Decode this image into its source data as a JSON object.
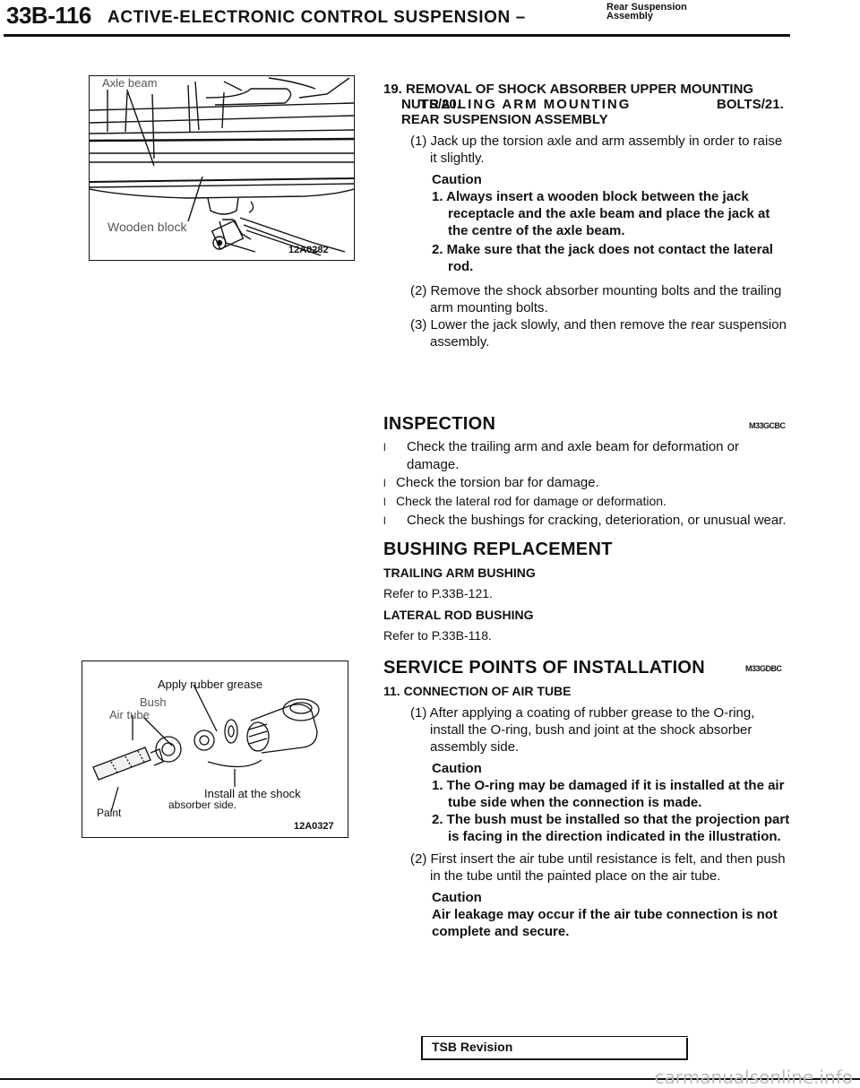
{
  "header": {
    "page_number": "33B-116",
    "section_title": "ACTIVE-ELECTRONIC CONTROL SUSPENSION –",
    "sub_line1": "Rear Suspension",
    "sub_line2": "Assembly"
  },
  "figure1": {
    "label_axle": "Axle beam",
    "label_block": "Wooden block",
    "code": "12A0282"
  },
  "figure2": {
    "label_grease": "Apply rubber grease",
    "label_bush": "Bush",
    "label_tube": "Air tube",
    "label_install": "Install at the shock",
    "label_install2": "absorber side.",
    "label_paint": "Paint",
    "code": "12A0327"
  },
  "removal": {
    "heading_line1": "19. REMOVAL OF SHOCK ABSORBER UPPER MOUNTING",
    "heading_overlap_a": "NUTS/20.",
    "heading_overlap_b": "TRAILING ARM MOUNTING",
    "heading_overlap_c": "BOLTS/21.",
    "heading_line3": "REAR SUSPENSION ASSEMBLY",
    "step1": "(1) Jack up the torsion axle and arm assembly in order to raise it slightly.",
    "caution_label": "Caution",
    "caution1": "1. Always insert a wooden block between the jack receptacle and the axle beam and place the jack at the centre of the axle beam.",
    "caution2": "2. Make sure that the jack does not contact the lateral rod.",
    "step2": "(2) Remove the shock absorber mounting bolts and the trailing arm mounting bolts.",
    "step3": "(3) Lower the jack slowly, and then remove the rear suspension assembly."
  },
  "inspection": {
    "heading": "INSPECTION",
    "code": "M33GCBC",
    "items": [
      "Check the trailing arm and axle beam for deformation or damage.",
      "Check the torsion bar for damage.",
      "Check the lateral rod for damage or deformation.",
      "Check the bushings for cracking, deterioration, or unusual wear."
    ],
    "bullet": "l"
  },
  "bushing": {
    "heading": "BUSHING REPLACEMENT",
    "sub1": "TRAILING ARM BUSHING",
    "ref1": "Refer to P.33B-121.",
    "sub2": "LATERAL ROD BUSHING",
    "ref2": "Refer to P.33B-118."
  },
  "service": {
    "heading": "SERVICE POINTS OF INSTALLATION",
    "code": "M33GDBC",
    "sub": "11. CONNECTION OF AIR TUBE",
    "step1": "(1) After applying a coating of rubber grease to the O-ring, install the O-ring, bush and joint at the shock absorber assembly side.",
    "caution_label": "Caution",
    "caution1": "1. The O-ring may be damaged if it is installed at the air tube side when the connection is made.",
    "caution2": "2. The bush must be installed so that the projection part is facing in the direction indicated in the illustration.",
    "step2": "(2) First insert the air tube until resistance is felt, and then push in the tube until the painted place on the air tube.",
    "caution2_label": "Caution",
    "caution3": "Air leakage may occur if the air tube connection is not complete and secure."
  },
  "footer": {
    "tsb": "TSB Revision",
    "watermark": "carmanualsonline.info"
  }
}
